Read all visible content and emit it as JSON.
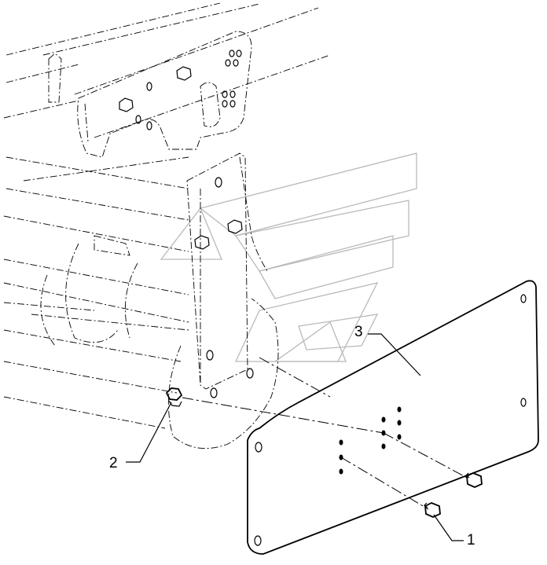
{
  "diagram": {
    "callouts": [
      {
        "id": "1",
        "label": "1"
      },
      {
        "id": "2",
        "label": "2"
      },
      {
        "id": "3",
        "label": "3"
      }
    ],
    "colors": {
      "line": "#000000",
      "watermark": "#b9b9b9",
      "background": "#ffffff"
    }
  }
}
